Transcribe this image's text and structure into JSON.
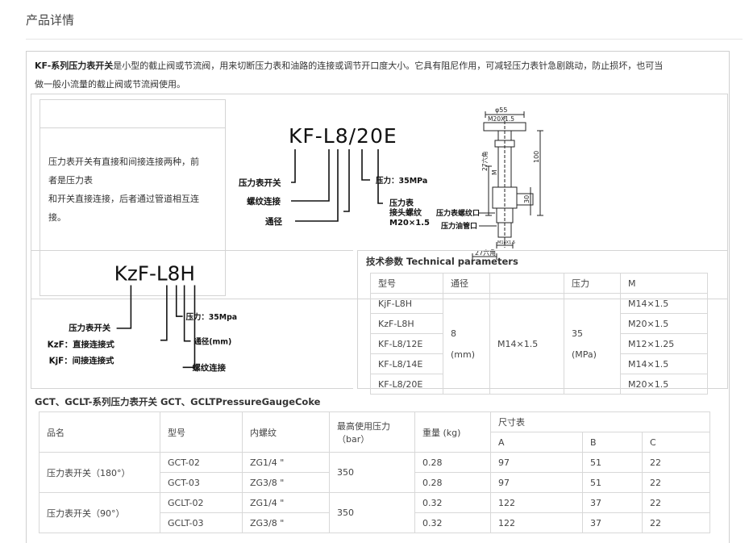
{
  "page": {
    "header": "产品详情"
  },
  "intro": {
    "bold_label": "KF-系列压力表开关",
    "text_line1": "是小型的截止阀或节流阀，用来切断压力表和油路的连接或调节开口度大小。它具有阻尼作用，可减轻压力表针急剧跳动，防止损坏，也可当",
    "text_line2": "做一般小流量的截止阀或节流阀使用。"
  },
  "section1": {
    "description_line1": "压力表开关有直接和间接连接两种，前",
    "description_line2": "者是压力表",
    "description_line3": "和开关直接连接，后者通过管道相互连",
    "description_line4": "接。",
    "model_code": "KF-L8/20E",
    "labels": {
      "switch": "压力表开关",
      "thread": "螺纹连接",
      "bore": "通径",
      "pressure": "压力：35MPa",
      "gauge_joint_1": "压力表",
      "gauge_joint_2": "接头螺纹",
      "gauge_joint_3": "M20×1.5"
    },
    "drawing": {
      "phi": "φ55",
      "thread": "M20X1.5",
      "hex_top": "27六角",
      "dim_100": "100",
      "dim_30": "30",
      "dim_m": "M",
      "gauge_port": "压力表螺纹口",
      "oil_port": "压力油管口",
      "hex_bottom": "27六角",
      "small": "M18X1.5"
    }
  },
  "section2": {
    "model_code": "KzF-L8H",
    "labels": {
      "pressure": "压力：35Mpa",
      "switch": "压力表开关",
      "bore": "通径(mm)",
      "kzf": "KzF：直接连接式",
      "kjf": "KjF：间接连接式",
      "thread": "螺纹连接"
    },
    "tech_title": "技术参数 Technical parameters",
    "tech_headers": [
      "型号",
      "通径",
      "",
      "压力",
      "M"
    ],
    "tech_models": [
      "KjF-L8H",
      "KzF-L8H",
      "KF-L8/12E",
      "KF-L8/14E",
      "KF-L8/20E"
    ],
    "tech_bore_value": "8",
    "tech_bore_unit": "(mm)",
    "tech_thread": "M14×1.5",
    "tech_pressure_value": "35",
    "tech_pressure_unit": "(MPa)",
    "tech_m": [
      "M14×1.5",
      "M20×1.5",
      "M12×1.25",
      "M14×1.5",
      "M20×1.5"
    ]
  },
  "section3": {
    "title": "GCT、GCLT-系列压力表开关 GCT、GCLTPressureGaugeCoke",
    "headers": {
      "name": "品名",
      "model": "型号",
      "thread": "内螺纹",
      "max_pressure_1": "最高使用压力",
      "max_pressure_2": "（bar）",
      "weight": "重量 (kg)",
      "size_table": "尺寸表",
      "a": "A",
      "b": "B",
      "c": "C"
    },
    "groups": [
      {
        "name": "压力表开关（180°）",
        "pressure": "350",
        "rows": [
          {
            "model": "GCT-02",
            "thread": "ZG1/4 \"",
            "weight": "0.28",
            "a": "97",
            "b": "51",
            "c": "22"
          },
          {
            "model": "GCT-03",
            "thread": "ZG3/8 \"",
            "weight": "0.28",
            "a": "97",
            "b": "51",
            "c": "22"
          }
        ]
      },
      {
        "name": "压力表开关（90°）",
        "pressure": "350",
        "rows": [
          {
            "model": "GCLT-02",
            "thread": "ZG1/4 \"",
            "weight": "0.32",
            "a": "122",
            "b": "37",
            "c": "22"
          },
          {
            "model": "GCLT-03",
            "thread": "ZG3/8 \"",
            "weight": "0.32",
            "a": "122",
            "b": "37",
            "c": "22"
          }
        ]
      }
    ]
  }
}
